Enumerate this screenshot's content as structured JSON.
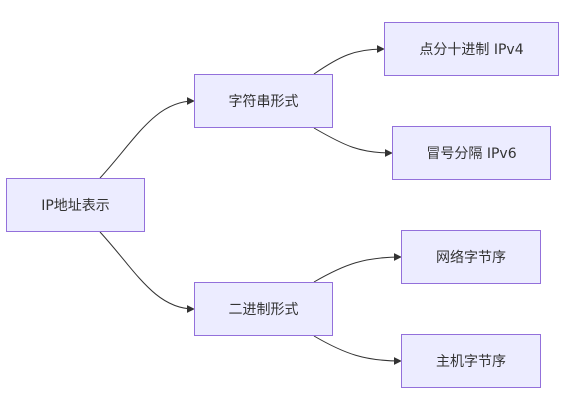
{
  "nodes": {
    "root": "IP地址表示",
    "string_form": "字符串形式",
    "binary_form": "二进制形式",
    "dotted_decimal": "点分十进制 IPv4",
    "colon_separated": "冒号分隔 IPv6",
    "network_byte_order": "网络字节序",
    "host_byte_order": "主机字节序"
  },
  "colors": {
    "node_fill": "#ececff",
    "node_border": "#9370db",
    "edge": "#333333",
    "text": "#333333"
  }
}
